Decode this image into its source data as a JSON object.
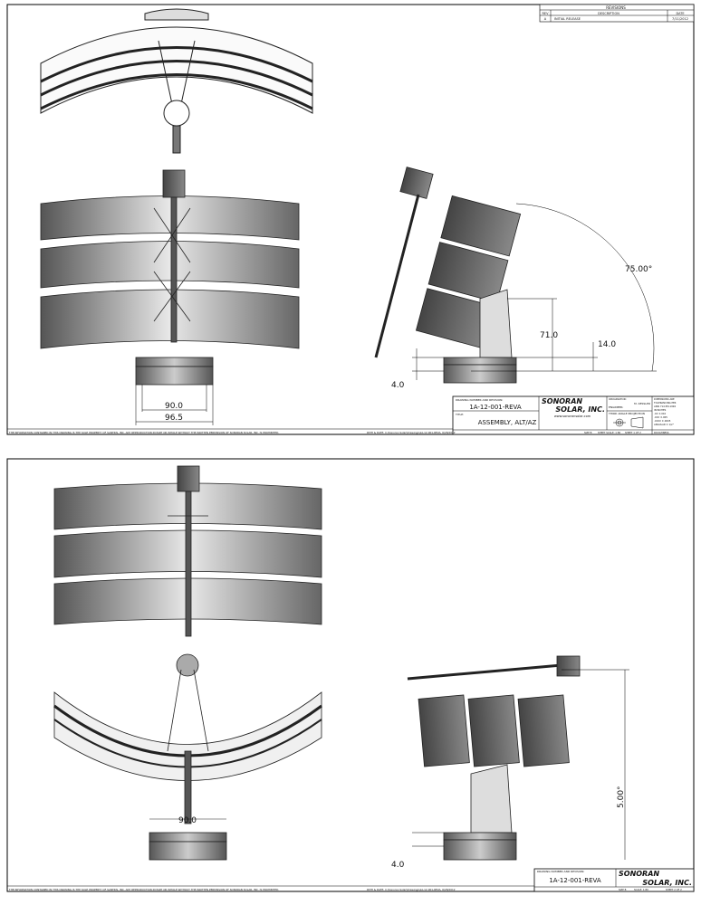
{
  "sheet1": {
    "revisions": {
      "title": "REVISIONS",
      "col_rev": "REV",
      "col_desc": "DESCRIPTION",
      "col_date": "DATE",
      "rows": [
        {
          "rev": "A",
          "desc": "INITIAL RELEASE",
          "date": "7/11/2012"
        }
      ]
    },
    "dims": {
      "width_inner": "90.0",
      "width_outer": "96.5",
      "angle": "75.00°",
      "height": "71.0",
      "offset": "14.0",
      "base": "4.0"
    },
    "title_block": {
      "dwg_label": "DRAWING NUMBER AND REVISION:",
      "dwg_number": "1A-12-001-REVA",
      "title_label": "TITLE:",
      "title": "ASSEMBLY, ALT/AZ",
      "company_line1": "SONORAN",
      "company_line2": "SOLAR, INC.",
      "website": "www.sonoransolar.com",
      "originator_label": "ORIGINATOR:",
      "originator": "M. KESSLER",
      "engineer_label": "ENGINEER:",
      "projection_label": "THIRD ANGLE PROJECTION",
      "tolerance": [
        "DIMENSIONS ARE",
        "TOLERANCING PER",
        "ANSI Y14.5M-1994",
        "IN INCHES",
        ".XX   ±.010",
        ".XXX  ±.005",
        ".XXXX ±.0005",
        "ANGULAR ± 1/2°"
      ],
      "size": "SIZE B",
      "scale": "SHEET SCALE: 1:80",
      "sheet": "SHEET 1 OF 2",
      "roughness": "ROUGHNESS"
    },
    "footer_notice": "THE INFORMATION CONTAINED IN THIS DRAWING IS THE SOLE PROPERTY OF SANTRIS, INC.  ANY REPRODUCTION IN PART OR WHOLE WITHOUT THE WRITTEN PERMISSION OF SONORAN SOLAR, INC. IS PROHIBITED.",
    "footer_path": "PATH & DATE: C:\\Sonoran Solar\\Drawings\\1A-12-001-REVA, 6/28/2012"
  },
  "sheet2": {
    "dims": {
      "width": "90.0",
      "angle": "5.00°",
      "base": "4.0"
    },
    "title_block": {
      "dwg_label": "DRAWING NUMBER AND REVISION:",
      "dwg_number": "1A-12-001-REVA",
      "company_line1": "SONORAN",
      "company_line2": "SOLAR, INC.",
      "size": "SIZE B",
      "scale": "SCALE: 1:80",
      "sheet": "SHEET 2 OF 2"
    },
    "footer_notice": "THE INFORMATION CONTAINED IN THIS DRAWING IS THE SOLE PROPERTY OF SANTRIS, INC.  ANY REPRODUCTION IN PART OR WHOLE WITHOUT THE WRITTEN PERMISSION OF SONORAN SOLAR, INC. IS PROHIBITED.",
    "footer_path": "PATH & DATE: C:\\Sonoran Solar\\Drawings\\1A-12-001-REVA, 6/28/2012"
  }
}
